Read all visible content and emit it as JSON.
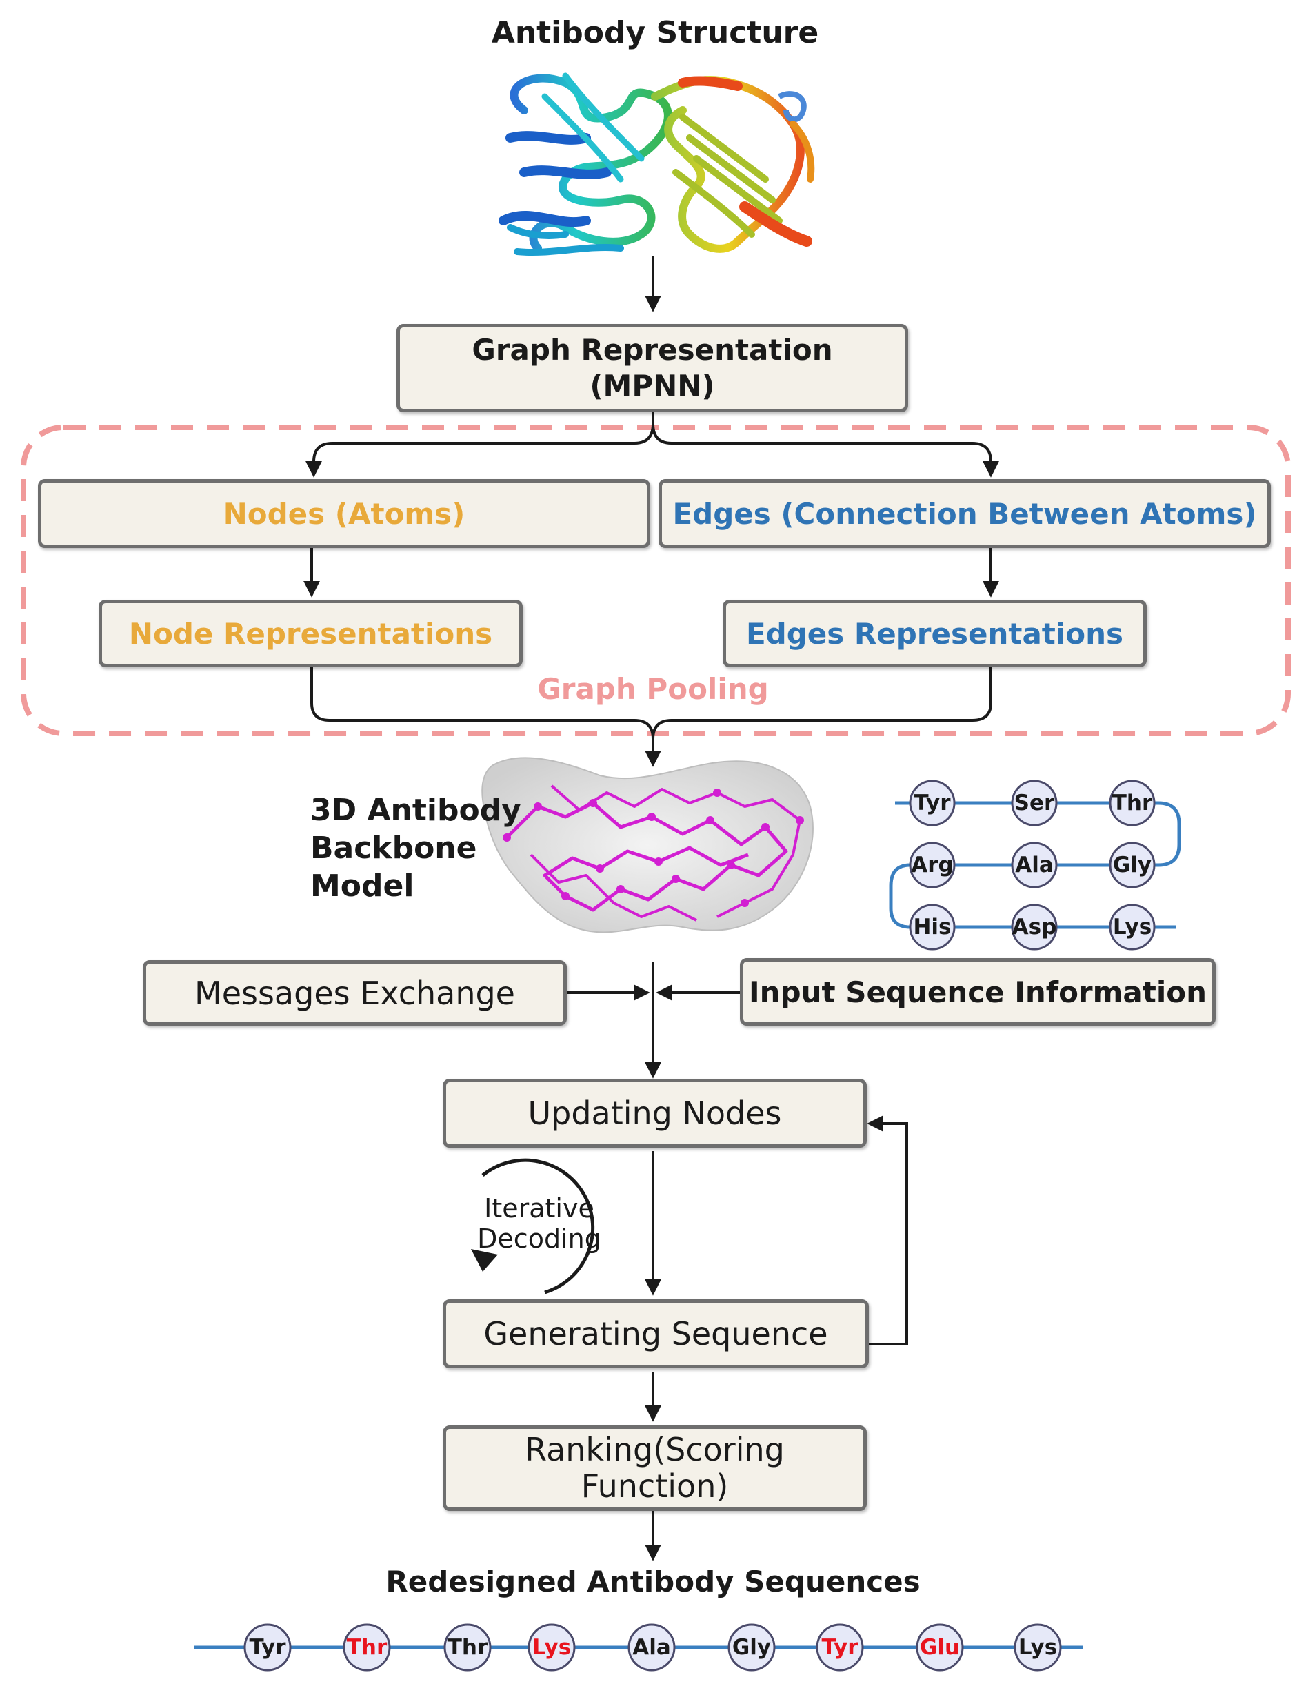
{
  "colors": {
    "box_fill": "#f4f1e9",
    "box_border": "#6e6e6e",
    "node_orange": "#e8a93a",
    "edge_blue": "#2f74b5",
    "pooling_pink": "#f09a9a",
    "line_blue": "#3a7fc0",
    "highlight_red": "#e8141e",
    "backbone_magenta": "#d21fd2"
  },
  "top": {
    "title": "Antibody Structure"
  },
  "graph_rep": {
    "line1": "Graph Representation",
    "line2": "(MPNN)"
  },
  "pooling": {
    "nodes": "Nodes (Atoms)",
    "edges": "Edges (Connection Between Atoms)",
    "node_rep": "Node Representations",
    "edge_rep": "Edges Representations",
    "label": "Graph Pooling"
  },
  "backbone": {
    "line1": "3D Antibody",
    "line2": "Backbone",
    "line3": "Model"
  },
  "input_seq": {
    "row1": [
      "Tyr",
      "Ser",
      "Thr"
    ],
    "row2": [
      "Arg",
      "Ala",
      "Gly"
    ],
    "row3": [
      "His",
      "Asp",
      "Lys"
    ]
  },
  "messages": "Messages Exchange",
  "input_info": "Input Sequence Information",
  "updating": "Updating Nodes",
  "iterative": {
    "line1": "Iterative",
    "line2": "Decoding"
  },
  "generating": "Generating Sequence",
  "ranking": {
    "line1": "Ranking(Scoring",
    "line2": "Function)"
  },
  "output": {
    "title": "Redesigned Antibody Sequences",
    "residues": [
      {
        "name": "Tyr",
        "mutated": false
      },
      {
        "name": "Thr",
        "mutated": true
      },
      {
        "name": "Thr",
        "mutated": false
      },
      {
        "name": "Lys",
        "mutated": true
      },
      {
        "name": "Ala",
        "mutated": false
      },
      {
        "name": "Gly",
        "mutated": false
      },
      {
        "name": "Tyr",
        "mutated": true
      },
      {
        "name": "Glu",
        "mutated": true
      },
      {
        "name": "Lys",
        "mutated": false
      }
    ]
  }
}
